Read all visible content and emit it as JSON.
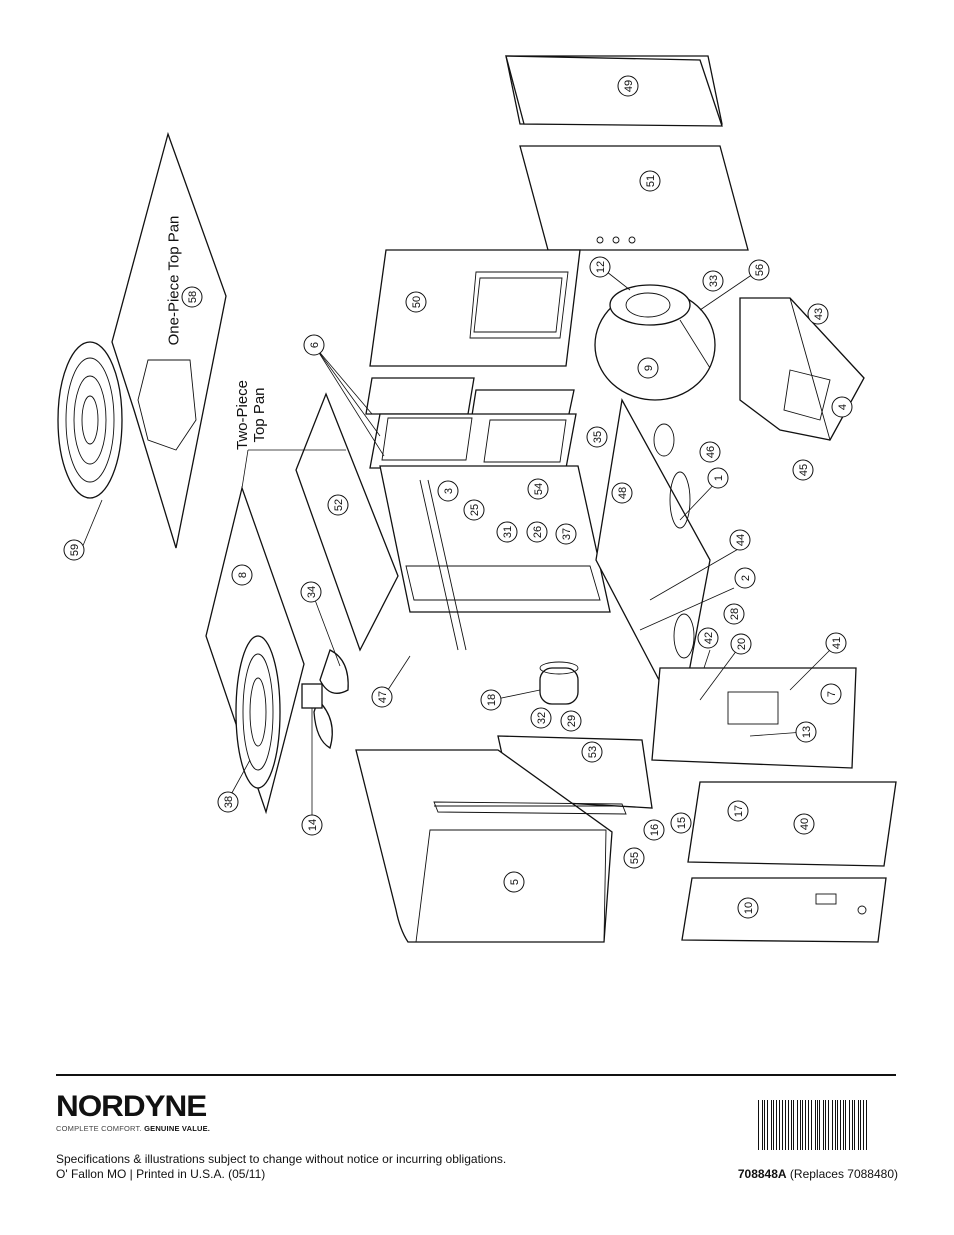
{
  "diagram": {
    "labels": {
      "one_piece": "One-Piece Top Pan",
      "two_piece_line1": "Two-Piece",
      "two_piece_line2": "Top Pan"
    },
    "callouts": [
      "49",
      "51",
      "50",
      "12",
      "33",
      "56",
      "43",
      "4",
      "45",
      "9",
      "6",
      "58",
      "59",
      "52",
      "8",
      "34",
      "38",
      "14",
      "3",
      "54",
      "25",
      "31",
      "26",
      "37",
      "35",
      "48",
      "46",
      "1",
      "44",
      "2",
      "28",
      "42",
      "20",
      "41",
      "7",
      "13",
      "47",
      "18",
      "32",
      "29",
      "53",
      "55",
      "16",
      "15",
      "17",
      "40",
      "10",
      "5"
    ]
  },
  "footer": {
    "brand": "NORDYNE",
    "tagline_plain": "COMPLETE COMFORT.",
    "tagline_bold": "GENUINE VALUE.",
    "note_line1": "Specifications & illustrations subject to change without notice or incurring obligations.",
    "note_line2": "O' Fallon MO | Printed in U.S.A. (05/11)",
    "part_number": "708848A",
    "replaces": "(Replaces 7088480)"
  }
}
